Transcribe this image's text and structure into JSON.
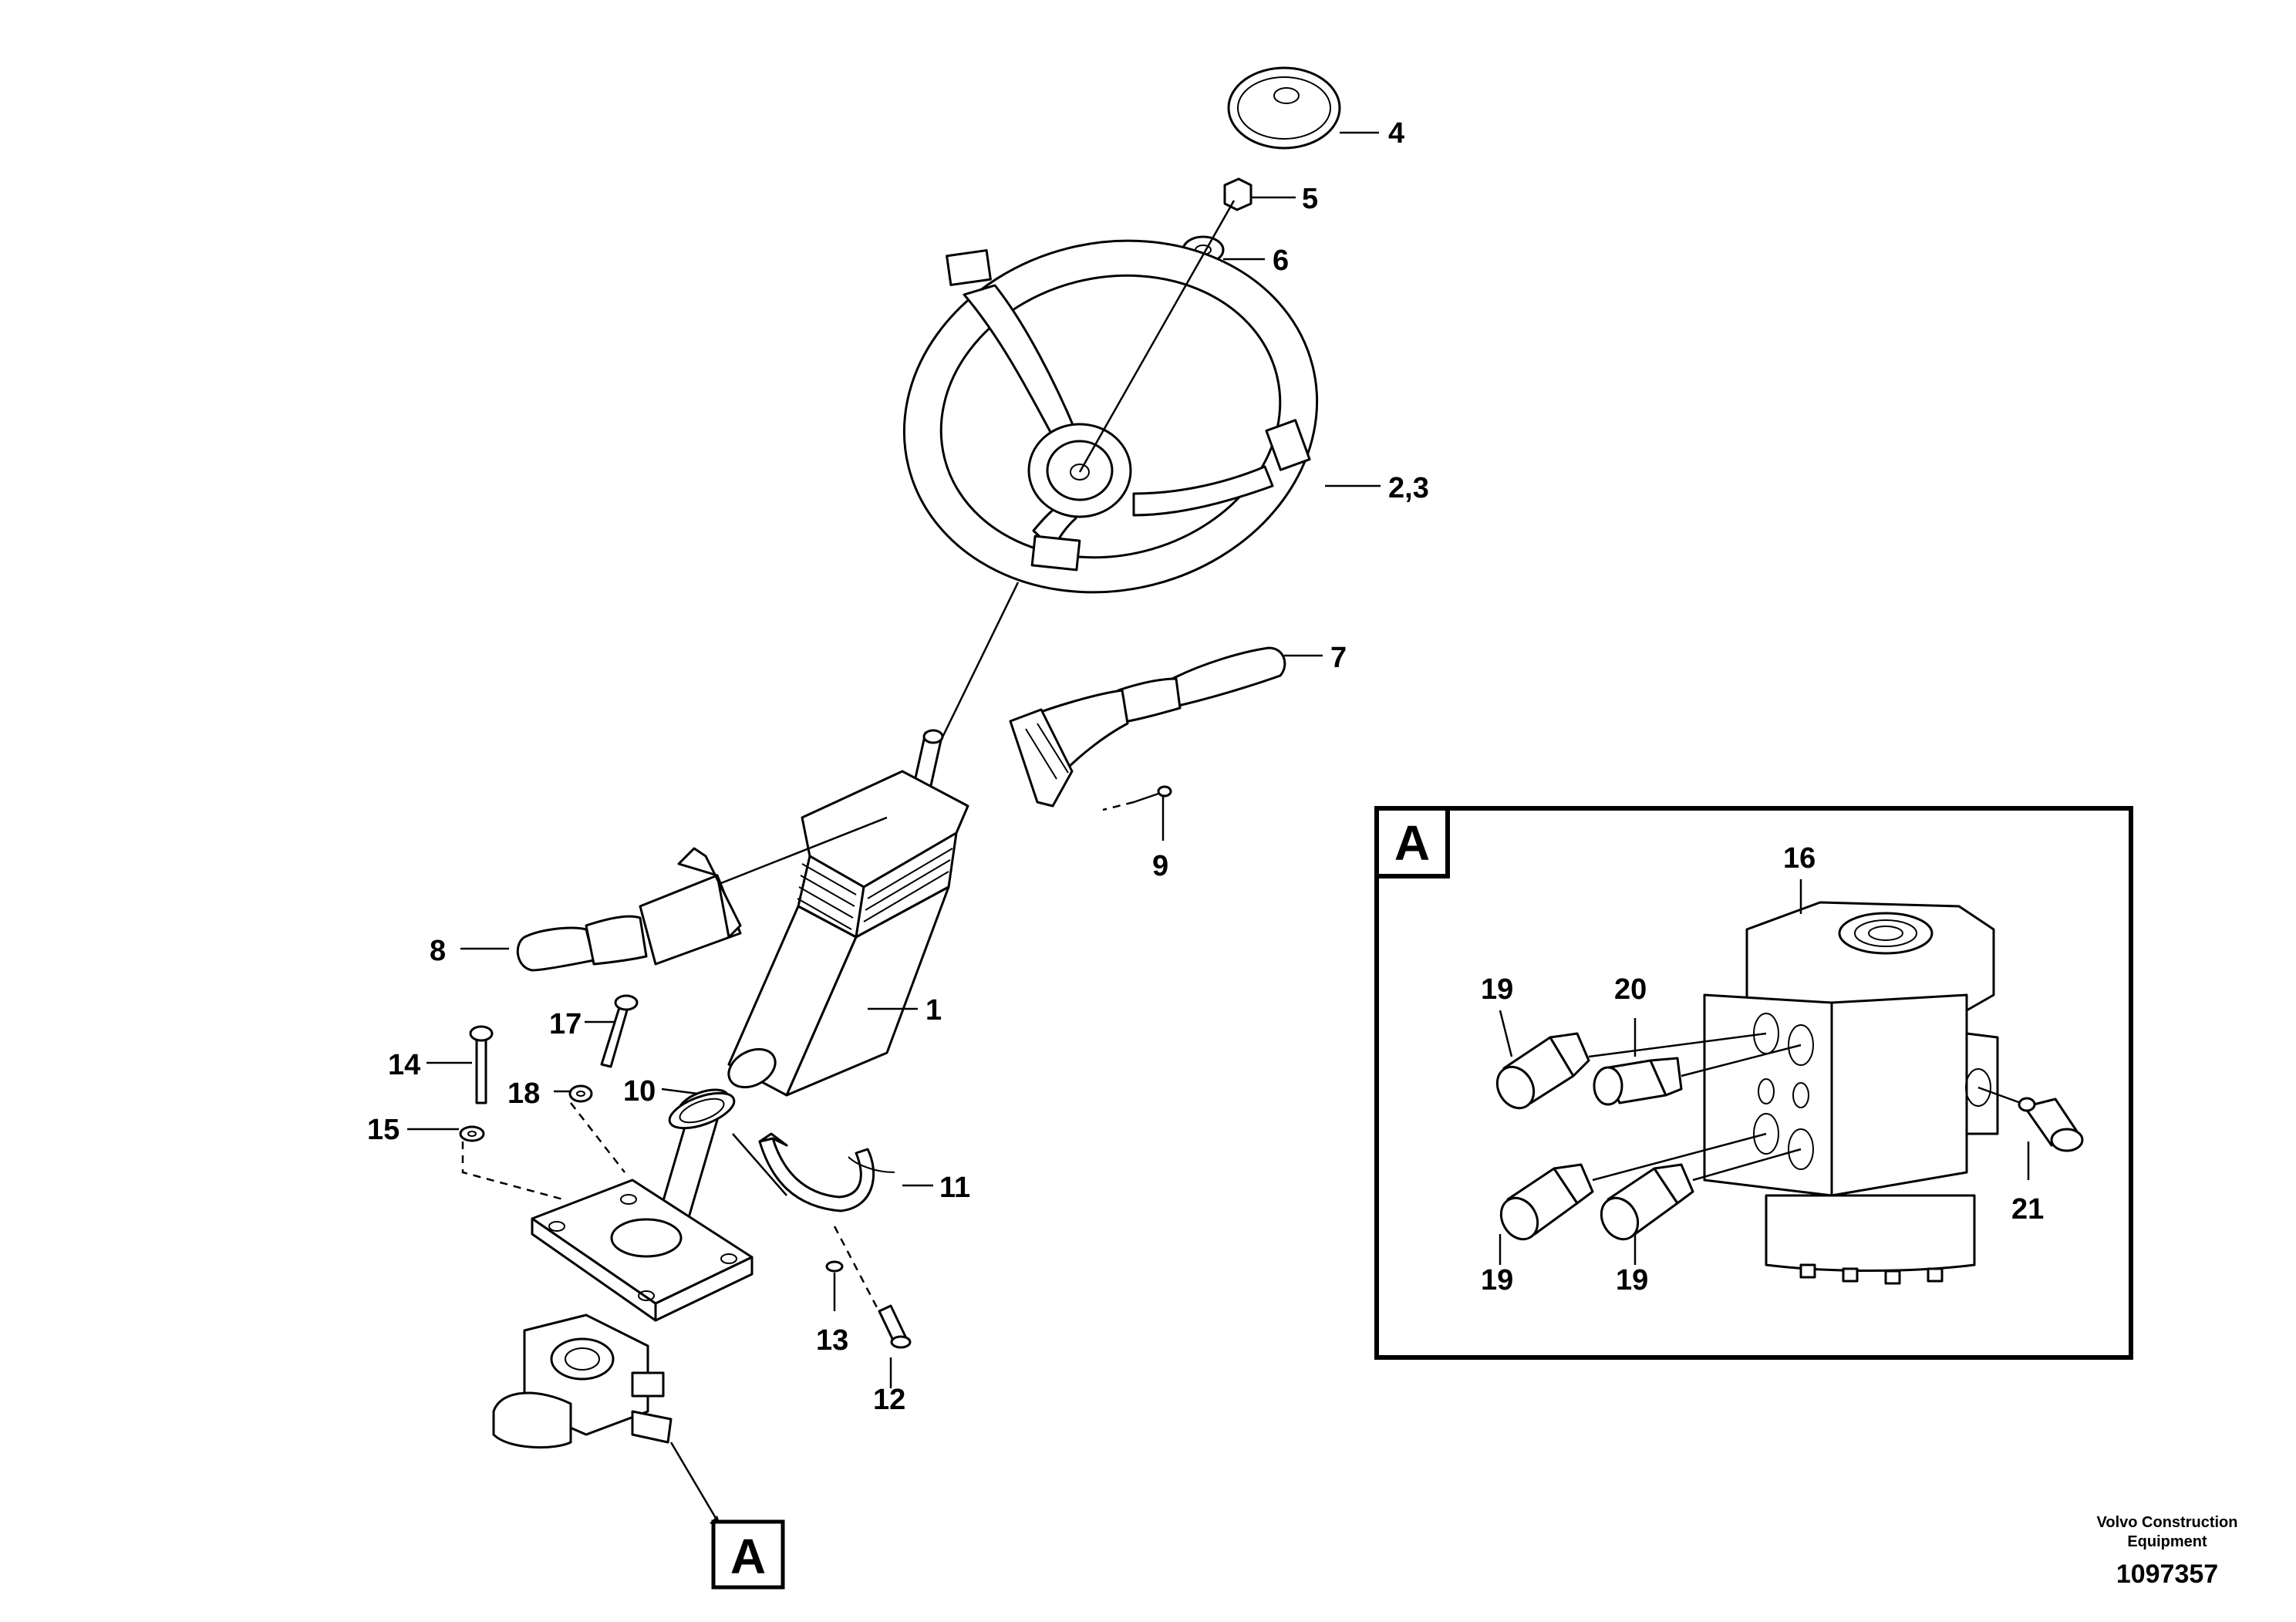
{
  "labels": {
    "p1": "1",
    "p23": "2,3",
    "p4": "4",
    "p5": "5",
    "p6": "6",
    "p7": "7",
    "p8": "8",
    "p9": "9",
    "p10": "10",
    "p11": "11",
    "p12": "12",
    "p13": "13",
    "p14": "14",
    "p15": "15",
    "p16": "16",
    "p17": "17",
    "p18": "18",
    "p19a": "19",
    "p19b": "19",
    "p19c": "19",
    "p20": "20",
    "p21": "21"
  },
  "detail_view": {
    "label": "A",
    "callout_label": "A"
  },
  "footer": {
    "brand_line1": "Volvo Construction",
    "brand_line2": "Equipment",
    "doc_number": "1097357"
  }
}
